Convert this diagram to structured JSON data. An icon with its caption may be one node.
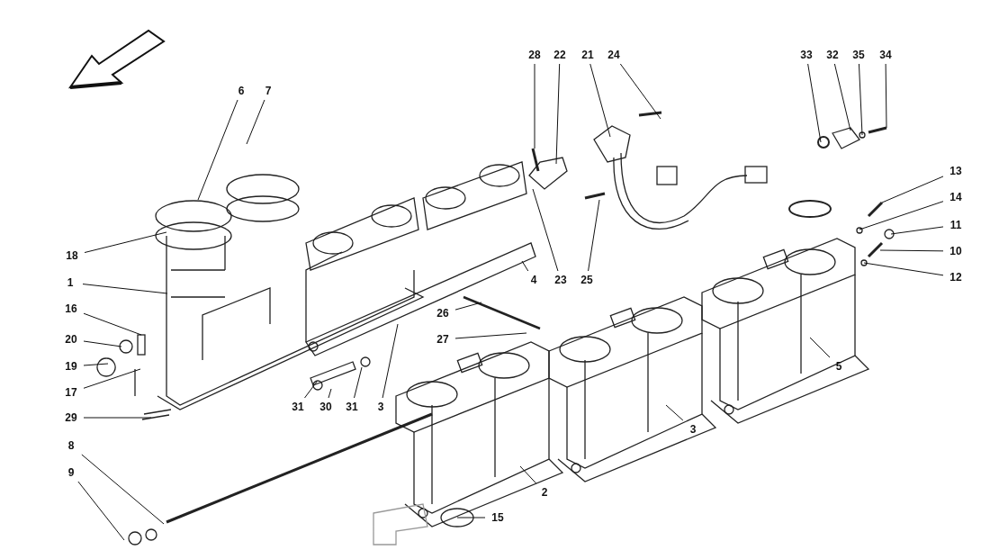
{
  "diagram": {
    "nodes": [
      {
        "text": [
          "28"
        ]
      },
      {
        "text": [
          "22"
        ]
      },
      {
        "text": [
          "21"
        ]
      },
      {
        "text": [
          "24"
        ]
      },
      {
        "text": [
          "33"
        ]
      },
      {
        "text": [
          "32"
        ]
      },
      {
        "text": [
          "35"
        ]
      },
      {
        "text": [
          "34"
        ]
      },
      {
        "text": [
          "6"
        ]
      },
      {
        "text": [
          "7"
        ]
      },
      {
        "text": [
          "13"
        ]
      },
      {
        "text": [
          "14"
        ]
      },
      {
        "text": [
          "11"
        ]
      },
      {
        "text": [
          "10"
        ]
      },
      {
        "text": [
          "18"
        ]
      },
      {
        "text": [
          "12"
        ]
      },
      {
        "text": [
          "4"
        ]
      },
      {
        "text": [
          "23"
        ]
      },
      {
        "text": [
          "25"
        ]
      },
      {
        "text": [
          "1"
        ]
      },
      {
        "text": [
          "16"
        ]
      },
      {
        "text": [
          "26"
        ]
      },
      {
        "text": [
          "20"
        ]
      },
      {
        "text": [
          "27"
        ]
      },
      {
        "text": [
          "19"
        ]
      },
      {
        "text": [
          "5"
        ]
      },
      {
        "text": [
          "17"
        ]
      },
      {
        "text": [
          "31"
        ]
      },
      {
        "text": [
          "30"
        ]
      },
      {
        "text": [
          "31"
        ]
      },
      {
        "text": [
          "3"
        ]
      },
      {
        "text": [
          "29"
        ]
      },
      {
        "text": [
          "3"
        ]
      },
      {
        "text": [
          "8"
        ]
      },
      {
        "text": [
          "9"
        ]
      },
      {
        "text": [
          "2"
        ]
      },
      {
        "text": [
          "15"
        ]
      }
    ],
    "edges": [
      {
        "from": 0,
        "to": null,
        "arrow": "none"
      },
      {
        "from": 1,
        "to": null,
        "arrow": "none"
      },
      {
        "from": 2,
        "to": null,
        "arrow": "none"
      },
      {
        "from": 3,
        "to": null,
        "arrow": "none"
      },
      {
        "from": 4,
        "to": null,
        "arrow": "none"
      },
      {
        "from": 5,
        "to": null,
        "arrow": "none"
      },
      {
        "from": 6,
        "to": null,
        "arrow": "none"
      },
      {
        "from": 7,
        "to": null,
        "arrow": "none"
      },
      {
        "from": 8,
        "to": null,
        "arrow": "none"
      },
      {
        "from": 9,
        "to": null,
        "arrow": "none"
      },
      {
        "from": 10,
        "to": null,
        "arrow": "none"
      },
      {
        "from": 11,
        "to": null,
        "arrow": "none"
      },
      {
        "from": 12,
        "to": null,
        "arrow": "none"
      },
      {
        "from": 13,
        "to": null,
        "arrow": "none"
      },
      {
        "from": 14,
        "to": null,
        "arrow": "none"
      },
      {
        "from": 15,
        "to": null,
        "arrow": "none"
      },
      {
        "from": 16,
        "to": null,
        "arrow": "none"
      },
      {
        "from": 17,
        "to": null,
        "arrow": "none"
      },
      {
        "from": 18,
        "to": null,
        "arrow": "none"
      },
      {
        "from": 19,
        "to": null,
        "arrow": "none"
      },
      {
        "from": 20,
        "to": null,
        "arrow": "none"
      },
      {
        "from": 21,
        "to": null,
        "arrow": "none"
      },
      {
        "from": 22,
        "to": null,
        "arrow": "none"
      },
      {
        "from": 23,
        "to": null,
        "arrow": "none"
      },
      {
        "from": 24,
        "to": null,
        "arrow": "none"
      },
      {
        "from": 25,
        "to": null,
        "arrow": "none"
      },
      {
        "from": 26,
        "to": null,
        "arrow": "none"
      },
      {
        "from": 27,
        "to": null,
        "arrow": "none"
      },
      {
        "from": 28,
        "to": null,
        "arrow": "none"
      },
      {
        "from": 29,
        "to": null,
        "arrow": "none"
      },
      {
        "from": 30,
        "to": null,
        "arrow": "none"
      },
      {
        "from": 31,
        "to": null,
        "arrow": "none"
      },
      {
        "from": 32,
        "to": null,
        "arrow": "none"
      },
      {
        "from": 33,
        "to": null,
        "arrow": "none"
      },
      {
        "from": 34,
        "to": null,
        "arrow": "none"
      },
      {
        "from": 35,
        "to": null,
        "arrow": "none"
      },
      {
        "from": 36,
        "to": null,
        "arrow": "none"
      }
    ]
  }
}
